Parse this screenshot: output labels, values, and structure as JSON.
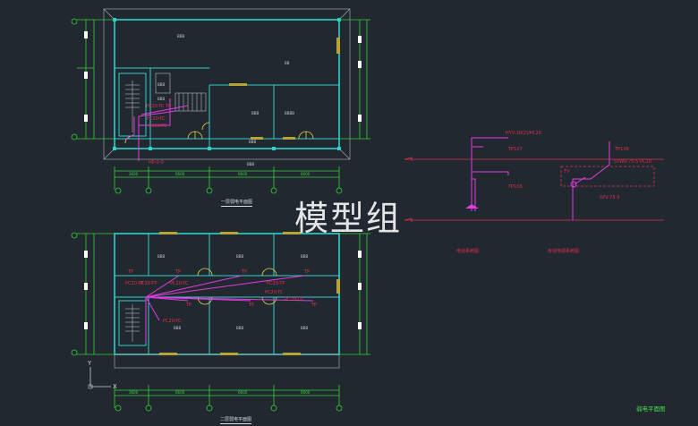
{
  "watermark": "模型组",
  "plans": {
    "ground_title": "一层弱电平面图",
    "upper_title": "二层弱电平面图"
  },
  "riser_annotations": {
    "cable_main": "HYV-10(2)/PC20",
    "tel_outlet": "TP1X6",
    "tel_outlet_2": "TP1X7",
    "tv_cable": "SYV-75-5",
    "tv_box": "TV",
    "tv_conduit": "SYWV-75-5 PC20",
    "tv_outlet": "TP1X6",
    "tv_line": "SYV-75-5"
  },
  "riser_legends": {
    "phone": "电话系统图",
    "tv": "有线电视系统图"
  },
  "sheet_title": "弱电平面图",
  "axis": {
    "x_label": "X",
    "y_label": "Y"
  },
  "colors": {
    "background": "#212830",
    "wall": "#2fd0c8",
    "dim": "#35d136",
    "cable": "#e23be0",
    "annotation": "#e0304a",
    "door": "#e8d24a",
    "window": "#b6a534",
    "text": "#d8dde2"
  }
}
